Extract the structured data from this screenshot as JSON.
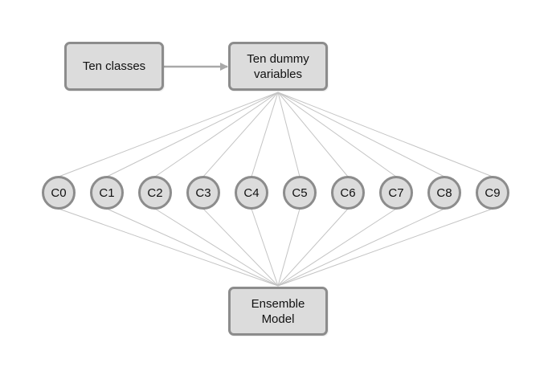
{
  "boxes": {
    "classes": "Ten classes",
    "dummy": "Ten dummy\nvariables",
    "ensemble": "Ensemble\nModel"
  },
  "classifiers": [
    "C0",
    "C1",
    "C2",
    "C3",
    "C4",
    "C5",
    "C6",
    "C7",
    "C8",
    "C9"
  ],
  "colors": {
    "fill": "#dcdcdc",
    "border": "#8c8c8c",
    "edge": "#c4c4c4",
    "arrow": "#a9a9a9"
  }
}
